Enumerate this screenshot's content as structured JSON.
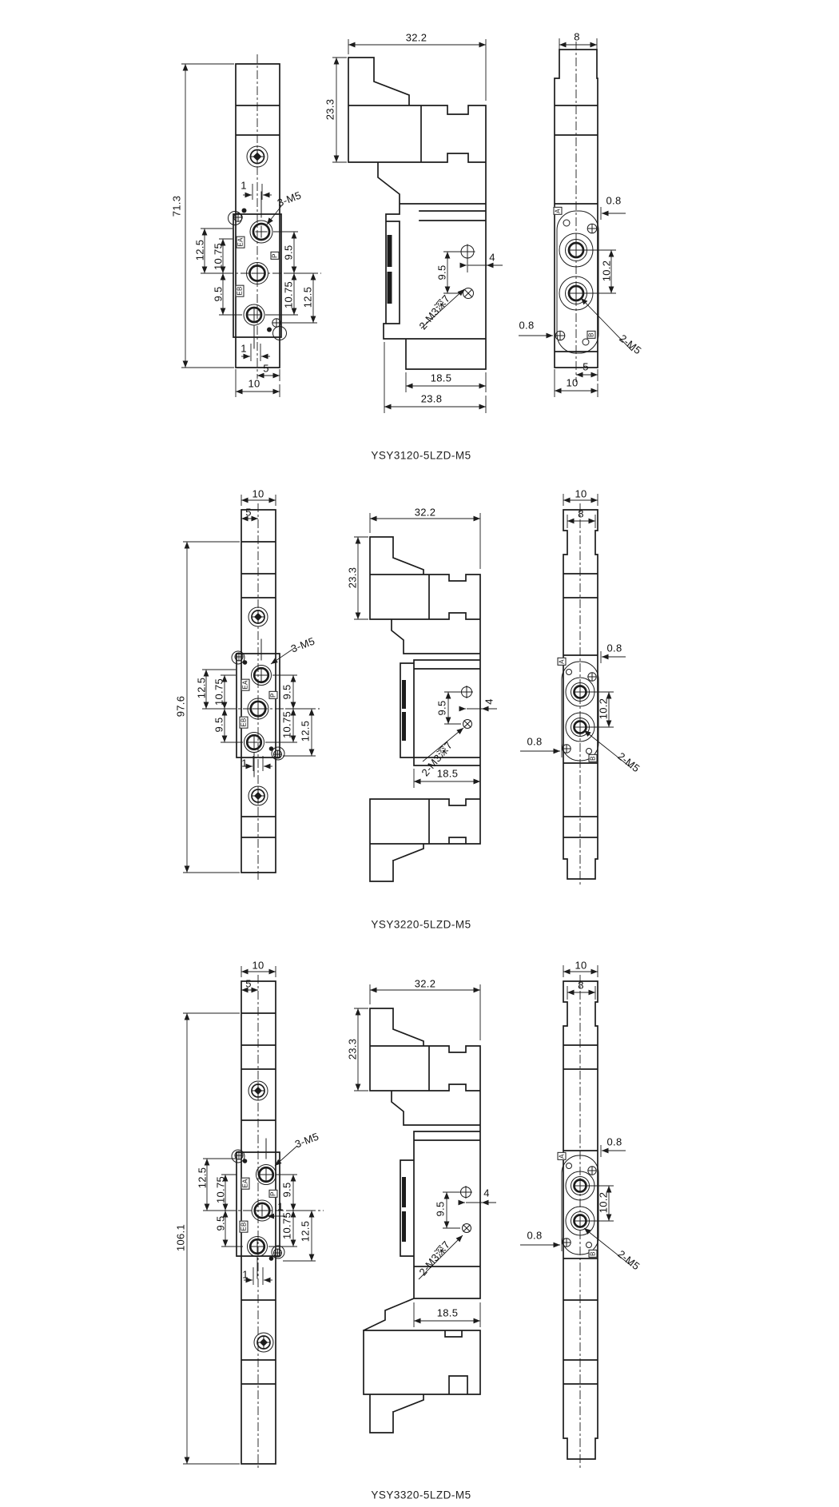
{
  "page": {
    "background": "#ffffff",
    "line_color": "#1c1c1c"
  },
  "figures": [
    {
      "caption": "YSY3120-5LZD-M5",
      "front": {
        "overall_height": "71.3",
        "top_offset": "1",
        "left_dims": [
          "12.5",
          "10.75",
          "9.5"
        ],
        "right_dims": [
          "9.5",
          "10.75",
          "12.5"
        ],
        "thread_label": "3-M5",
        "bottom_offset": "1",
        "bottom_half_width": "5",
        "bottom_width": "10",
        "port_labels": [
          "EA",
          "P",
          "EB"
        ]
      },
      "side": {
        "overall_width": "32.2",
        "coil_height": "23.3",
        "hole_pitch": "9.5",
        "hole_edge_offset": "4",
        "thread_label": "2-M3深7",
        "body_width": "18.5",
        "base_width": "23.8"
      },
      "end": {
        "top_width": "8",
        "top_edge_offset": "0.8",
        "port_pitch": "10.2",
        "thread_label": "2-M5",
        "bottom_edge_offset": "0.8",
        "bottom_half_width": "5",
        "bottom_width": "10",
        "port_labels": [
          "A",
          "B"
        ]
      }
    },
    {
      "caption": "YSY3220-5LZD-M5",
      "front": {
        "top_width": "10",
        "top_half_width": "5",
        "overall_height": "97.6",
        "left_dims": [
          "12.5",
          "10.75",
          "9.5"
        ],
        "right_dims": [
          "9.5",
          "10.75",
          "12.5"
        ],
        "thread_label": "3-M5",
        "bottom_offset": "1",
        "port_labels": [
          "EA",
          "P",
          "EB"
        ]
      },
      "side": {
        "overall_width": "32.2",
        "coil_height": "23.3",
        "hole_pitch": "9.5",
        "hole_edge_offset": "4",
        "thread_label": "2-M3深7",
        "body_width": "18.5"
      },
      "end": {
        "top_width": "10",
        "neck_width": "8",
        "top_edge_offset": "0.8",
        "port_pitch": "10.2",
        "thread_label": "2-M5",
        "bottom_edge_offset": "0.8",
        "port_labels": [
          "A",
          "B"
        ]
      }
    },
    {
      "caption": "YSY3320-5LZD-M5",
      "front": {
        "top_width": "10",
        "top_half_width": "5",
        "overall_height": "106.1",
        "left_dims": [
          "12.5",
          "10.75",
          "9.5"
        ],
        "right_dims": [
          "9.5",
          "10.75",
          "12.5"
        ],
        "p_port_offset": "1",
        "thread_label": "3-M5",
        "bottom_offset": "1",
        "port_labels": [
          "EA",
          "P",
          "EB"
        ]
      },
      "side": {
        "overall_width": "32.2",
        "coil_height": "23.3",
        "hole_pitch": "9.5",
        "hole_edge_offset": "4",
        "thread_label": "2-M3深7",
        "body_width": "18.5"
      },
      "end": {
        "top_width": "10",
        "neck_width": "8",
        "top_edge_offset": "0.8",
        "port_pitch": "10.2",
        "thread_label": "2-M5",
        "bottom_edge_offset": "0.8",
        "port_labels": [
          "A",
          "B"
        ]
      }
    }
  ]
}
